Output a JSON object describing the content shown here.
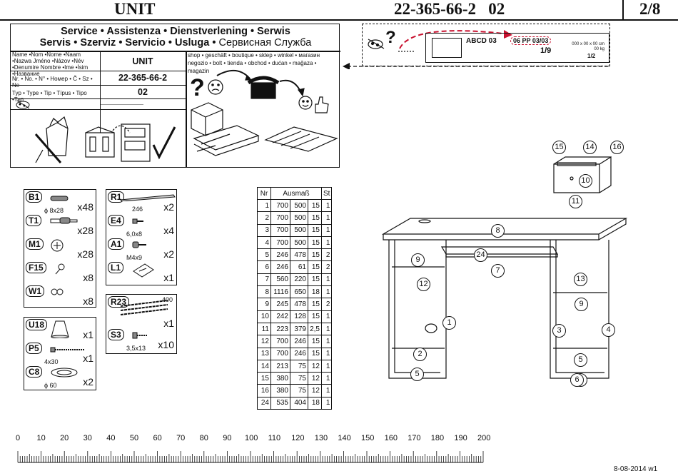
{
  "header": {
    "title": "UNIT",
    "code": "22-365-66-2   02",
    "page": "2/8"
  },
  "service": {
    "title_line1": "Service • Assistenza • Dienstverlening • Serwis",
    "title_line2_bold": "Servis • Szerviz • Servicio • Usluga •",
    "title_line2_light": " Сервисная Служба",
    "name_label": "Name •Nom •Nome •Naam •Nazwa Jméno •Názov •Név •Denumire Nombre •Ime •İsim •Название",
    "name_value": "UNIT",
    "nr_label": "Nr. • No. • N° • Номер • Č • Sz • Ne",
    "nr_value": "22-365-66-2",
    "type_label": "Typ • Type • Tip • Típus • Tipo •Тип",
    "type_value": "02",
    "shop_text": "shop • geschäft • boutique • sklep • winkel • магазин negozio • bolt • tienda • obchod • dućan • mağaza • magazin"
  },
  "label_sample": {
    "code": "ABCD  03",
    "pp": "06 PP 03/03",
    "frac1": "1/9",
    "frac2": "1/2",
    "dims": "000 x 00 x 00 cm",
    "kg": "00 kg"
  },
  "parts_left_a": [
    {
      "id": "B1",
      "size": "ϕ 8x28",
      "qty": "x48"
    },
    {
      "id": "T1",
      "size": "",
      "qty": "x28"
    },
    {
      "id": "M1",
      "size": "",
      "qty": "x28"
    },
    {
      "id": "F15",
      "size": "",
      "qty": "x8"
    },
    {
      "id": "W1",
      "size": "",
      "qty": "x8"
    }
  ],
  "parts_left_b": [
    {
      "id": "U18",
      "size": "",
      "qty": "x1"
    },
    {
      "id": "P5",
      "size": "4x30",
      "qty": "x1"
    },
    {
      "id": "C8",
      "size": "ϕ 60",
      "qty": "x2"
    }
  ],
  "parts_mid_a": [
    {
      "id": "R1",
      "size": "246",
      "qty": "x2"
    },
    {
      "id": "E4",
      "size": "6,0x8",
      "qty": "x4"
    },
    {
      "id": "A1",
      "size": "M4x9",
      "qty": "x2"
    },
    {
      "id": "L1",
      "size": "",
      "qty": "x1"
    }
  ],
  "parts_mid_b": [
    {
      "id": "R23",
      "size": "400",
      "qty": "x1"
    },
    {
      "id": "S3",
      "size": "3,5x13",
      "qty": "x10"
    }
  ],
  "table": {
    "headers": [
      "Nr",
      "Ausmaß",
      "St"
    ],
    "rows": [
      [
        "1",
        "700",
        "500",
        "15",
        "1"
      ],
      [
        "2",
        "700",
        "500",
        "15",
        "1"
      ],
      [
        "3",
        "700",
        "500",
        "15",
        "1"
      ],
      [
        "4",
        "700",
        "500",
        "15",
        "1"
      ],
      [
        "5",
        "246",
        "478",
        "15",
        "2"
      ],
      [
        "6",
        "246",
        "61",
        "15",
        "2"
      ],
      [
        "7",
        "560",
        "220",
        "15",
        "1"
      ],
      [
        "8",
        "1116",
        "650",
        "18",
        "1"
      ],
      [
        "9",
        "245",
        "478",
        "15",
        "2"
      ],
      [
        "10",
        "242",
        "128",
        "15",
        "1"
      ],
      [
        "11",
        "223",
        "379",
        "2,5",
        "1"
      ],
      [
        "12",
        "700",
        "246",
        "15",
        "1"
      ],
      [
        "13",
        "700",
        "246",
        "15",
        "1"
      ],
      [
        "14",
        "213",
        "75",
        "12",
        "1"
      ],
      [
        "15",
        "380",
        "75",
        "12",
        "1"
      ],
      [
        "16",
        "380",
        "75",
        "12",
        "1"
      ],
      [
        "24",
        "535",
        "404",
        "18",
        "1"
      ]
    ]
  },
  "drawer_callouts": [
    "15",
    "14",
    "16",
    "10",
    "11"
  ],
  "desk_callouts": [
    "8",
    "9",
    "24",
    "7",
    "12",
    "13",
    "9",
    "1",
    "3",
    "4",
    "2",
    "5",
    "5",
    "6",
    "6"
  ],
  "ruler": {
    "labels": [
      "0",
      "10",
      "20",
      "30",
      "40",
      "50",
      "60",
      "70",
      "80",
      "90",
      "100",
      "110",
      "120",
      "130",
      "140",
      "150",
      "160",
      "170",
      "180",
      "190",
      "200"
    ]
  },
  "footer": {
    "date": "8-08-2014 w1"
  }
}
